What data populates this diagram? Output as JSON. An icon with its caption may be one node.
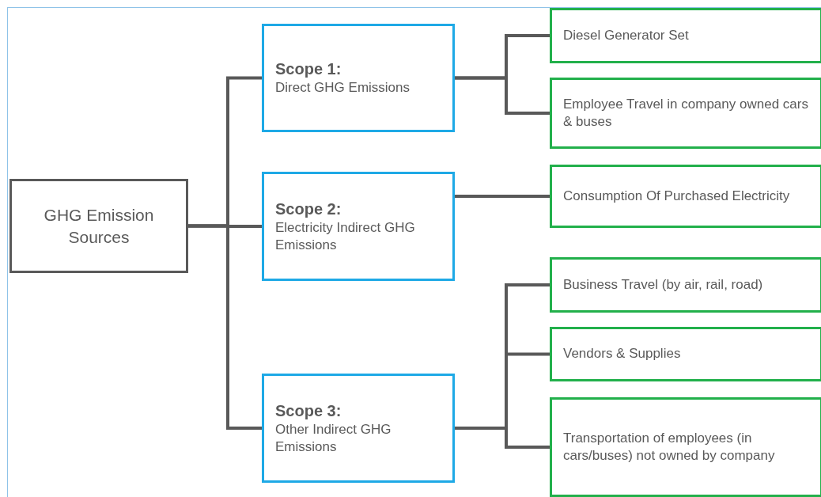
{
  "diagram": {
    "nodes": [
      {
        "text": [
          "GHG Emission Sources"
        ]
      },
      {
        "text": [
          "Scope 1:",
          "Direct GHG Emissions"
        ]
      },
      {
        "text": [
          "Scope 2:",
          "Electricity Indirect GHG Emissions"
        ]
      },
      {
        "text": [
          "Scope 3:",
          "Other Indirect GHG Emissions"
        ]
      },
      {
        "text": [
          "Diesel Generator Set"
        ]
      },
      {
        "text": [
          "Employee Travel in company owned cars & buses"
        ]
      },
      {
        "text": [
          "Consumption Of Purchased Electricity"
        ]
      },
      {
        "text": [
          "Business Travel (by air, rail, road)"
        ]
      },
      {
        "text": [
          "Vendors & Supplies"
        ]
      },
      {
        "text": [
          "Transportation of employees (in cars/buses) not owned by company"
        ]
      }
    ],
    "edges": [
      {
        "from": 0,
        "to": 1,
        "arrow": "none"
      },
      {
        "from": 0,
        "to": 2,
        "arrow": "none"
      },
      {
        "from": 0,
        "to": 3,
        "arrow": "none"
      },
      {
        "from": 1,
        "to": 4,
        "arrow": "none"
      },
      {
        "from": 1,
        "to": 5,
        "arrow": "none"
      },
      {
        "from": 2,
        "to": 6,
        "arrow": "none"
      },
      {
        "from": 3,
        "to": 7,
        "arrow": "none"
      },
      {
        "from": 3,
        "to": 8,
        "arrow": "none"
      },
      {
        "from": 3,
        "to": 9,
        "arrow": "none"
      }
    ]
  }
}
